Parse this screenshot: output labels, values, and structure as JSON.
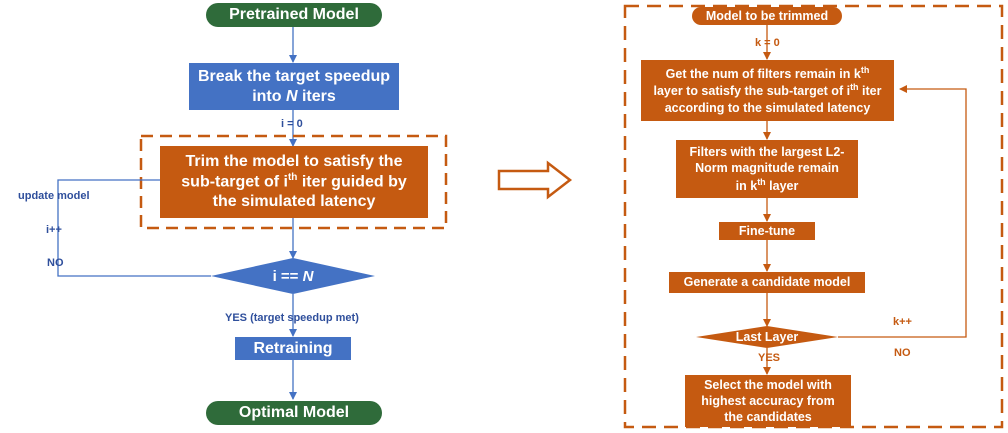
{
  "left": {
    "start": "Pretrained Model",
    "break_line1": "Break the target speedup",
    "break_line2_pre": "into ",
    "break_line2_var": "N",
    "break_line2_post": " iters",
    "init": "i = 0",
    "trim_line1": "Trim the model to satisfy the",
    "trim_line2_pre": "sub-target of i",
    "trim_line2_sup": "th",
    "trim_line2_post": " iter guided by",
    "trim_line3": "the simulated latency",
    "update": "update model",
    "incr": "i++",
    "no": "NO",
    "decision_pre": "i == ",
    "decision_var": "N",
    "yes": "YES (target speedup met)",
    "retrain": "Retraining",
    "end": "Optimal Model"
  },
  "right": {
    "start": "Model to be trimmed",
    "init": "k = 0",
    "get_line1_pre": "Get the num of filters remain in k",
    "get_line1_sup": "th",
    "get_line2_pre": "layer to satisfy the sub-target of i",
    "get_line2_sup": "th",
    "get_line2_post": " iter",
    "get_line3": "according to the simulated latency",
    "filters_line1": "Filters with the largest L2-",
    "filters_line2": "Norm magnitude remain",
    "filters_line3_pre": "in k",
    "filters_line3_sup": "th",
    "filters_line3_post": " layer",
    "finetune": "Fine-tune",
    "generate": "Generate a candidate model",
    "decision": "Last Layer",
    "incr": "k++",
    "no": "NO",
    "yes": "YES",
    "select_line1": "Select the model with",
    "select_line2": "highest accuracy from",
    "select_line3": "the candidates"
  },
  "colors": {
    "green": "#2f6b3a",
    "blue": "#4472c4",
    "orange": "#c55a11",
    "line_blue": "#4472c4"
  }
}
